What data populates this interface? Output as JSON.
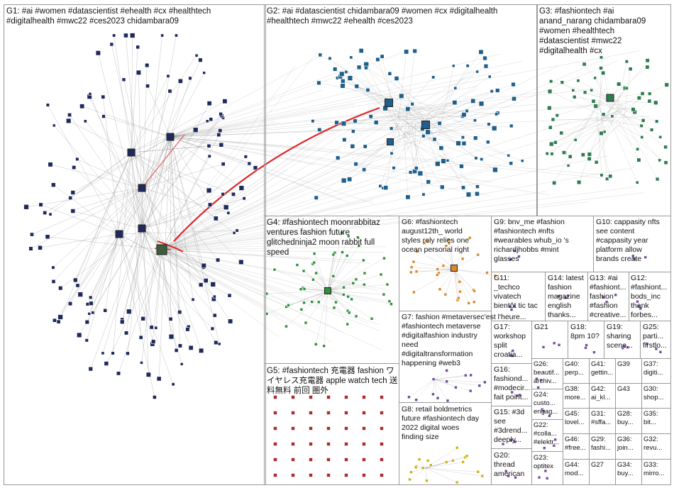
{
  "groups": {
    "g1": "G1: #ai #women #datascientist #ehealth #cx #healthtech\n#digitalhealth #mwc22 #ces2023 chidambara09",
    "g2": "G2: #ai #datascientist chidambara09 #women #cx #digitalhealth\n#healthtech #mwc22 #ehealth #ces2023",
    "g3": "G3: #fashiontech #ai\nanand_narang chidambara09\n#women #healthtech\n#datascientist #mwc22\n#digitalhealth #cx",
    "g4": "G4: #fashiontech moonrabbitaz\nventures fashion future\nglitchedninja2 moon rabbit full\nspeed",
    "g5": "G5: #fashiontech 充電器 fashion ワ\nイヤレス充電器 apple watch tech 送\n料無料 前回 圏外",
    "g6": "G6: #fashiontech\naugust12th_ world\nstyles rely relies one\nocean personal right",
    "g7": "G7: fashion #metaversec'est l'heure...\n#fashiontech metaverse\n#digitalfashion industry\nneed\n#digitaltransformation\nhappening #web3",
    "g8": "G8: retail boldmetrics\nfuture #fashiontech day\n2022 digital woes\nfinding size",
    "g9": "G9: bnv_me #fashion\n#fashiontech #nfts\n#wearables whub_io 's\nrichardjhobbs #mint\nglasses",
    "g10": "G10: cappasity nfts\nsee content\n#cappasity year\nplatform allow\nbrands create",
    "g11": "G11:\n_techco\nvivatech\nbientôt tic tac",
    "g12": "G12:\n#fashiont...\nbods_inc\nthank\nforbes...",
    "g13": "G13: #ai\n#fashiont...\nfashion\n#fashion\n#creative...",
    "g14": "G14: latest\nfashion\nmagazine\nenglish\nthanks...",
    "g15": "G15: #3d\nsee\n#3drend...\ndeeply...",
    "g16": "G16:\nfashiond...\n#modecir...\nfait point...",
    "g17": "G17:\nworkshop\nsplit\ncroatia...",
    "g18": "G18:\n8pm 10?",
    "g19": "G19:\nsharing\nscene...",
    "g20": "G20:\nthread\namerican",
    "g21": "G21",
    "g22": "G22:\n#colla...\n#elektr...",
    "g23": "G23:\noptitex",
    "g24": "G24:\ncusto...\nengag...",
    "g25": "G25:\nparti...\nfirstlo...",
    "g26": "G26:\nbeautif...\narchiv...",
    "g27": "G27",
    "g28": "G28:\nbuy...",
    "g29": "G29:\nfashi...",
    "g30": "G30:\nshop...",
    "g31": "G31:\n#sffa...",
    "g32": "G32:\nrevu...",
    "g33": "G33:\nmirro...",
    "g34": "G34:\nbuy...",
    "g35": "G35:\nbit...",
    "g36": "G36:\njoin...",
    "g37": "G37:\ndigiti...",
    "g38": "G38:\nmore...",
    "g39": "G39",
    "g40": "G40:\nperp...",
    "g41": "G41:\ngettin...",
    "g42": "G42:\nai_kl...",
    "g43": "G43",
    "g44": "G44:\nmod...",
    "g45": "G45:\nlovel...",
    "g46": "G46:\n#free..."
  },
  "colors": {
    "border": "#9a9a9a",
    "edge": "#7a7a7a",
    "highlight_edge": "#e0252b",
    "g1_node": "#1f2a5c",
    "g2_node": "#1f5f8b",
    "g3_node": "#2e7d4f",
    "g4_node": "#2f8f3a",
    "g5_node": "#b0272f",
    "g6_node": "#d9892a",
    "g7_node": "#6b4c9a",
    "g8_node": "#c9b317",
    "small_node": "#7a4fa0"
  },
  "icons": {
    "node": "square-node-icon",
    "hub": "hub-avatar-icon"
  }
}
